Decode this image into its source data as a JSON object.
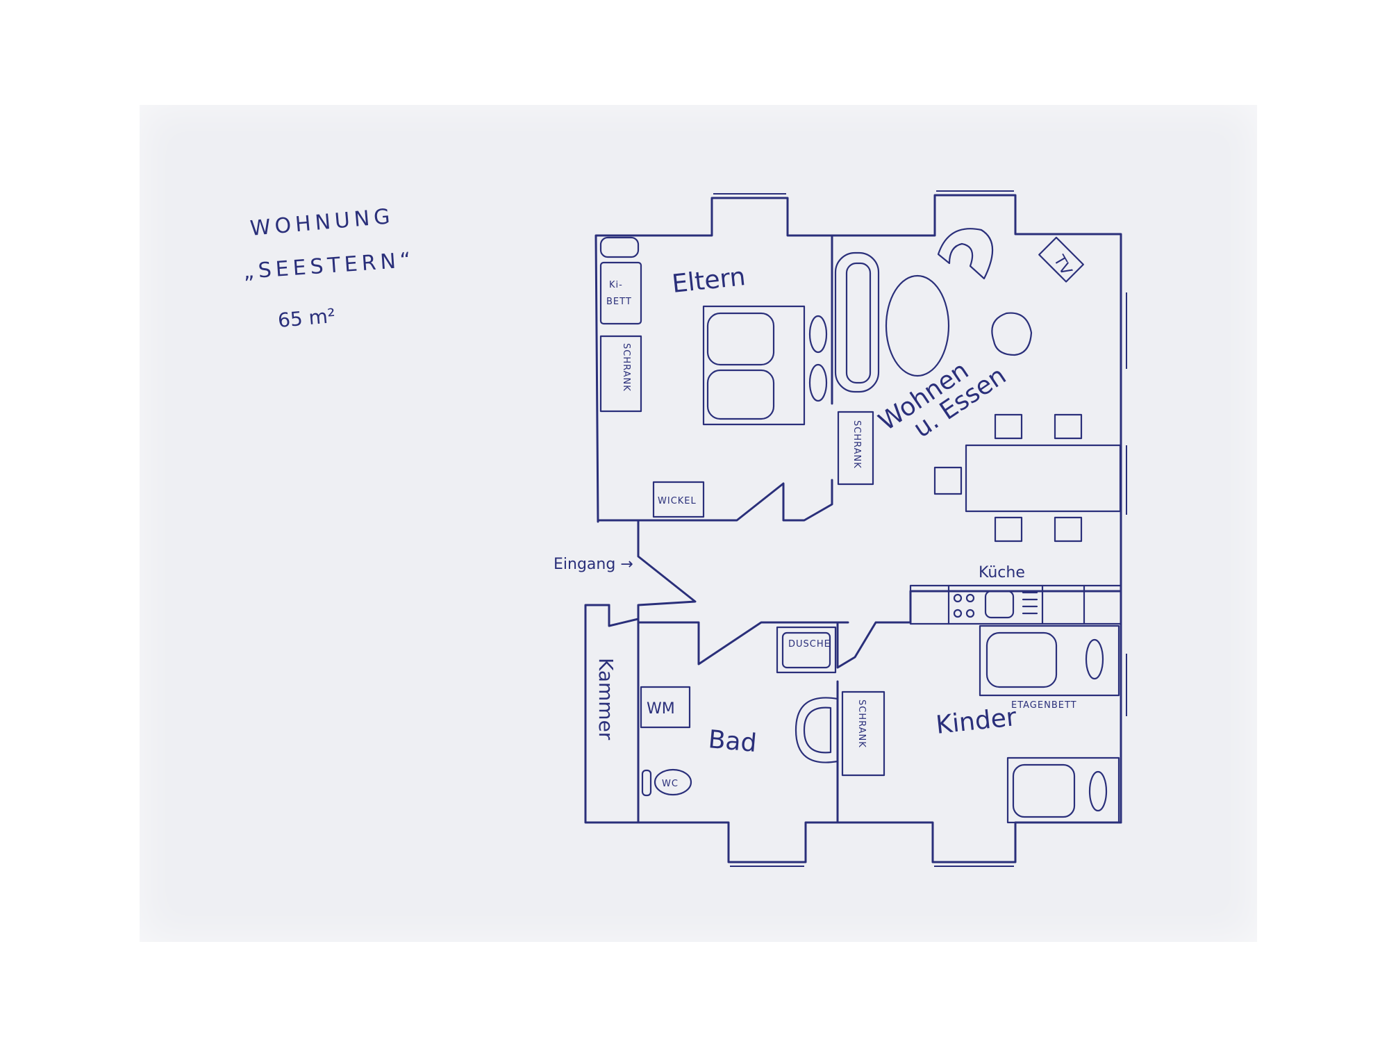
{
  "header": {
    "line1": "WOHNUNG",
    "line2": "„SEESTERN“",
    "area": "65 m²"
  },
  "rooms": {
    "eltern": "Eltern",
    "wohnen": "Wohnen",
    "essen": "u. Essen",
    "kueche": "Küche",
    "bad": "Bad",
    "kinder": "Kinder",
    "kammer": "Kammer"
  },
  "labels": {
    "eingang": "Eingang →",
    "kibett_1": "Ki-",
    "kibett_2": "BETT",
    "wickel": "WICKEL",
    "schrank": "SCHRANK",
    "tv": "TV",
    "dusche": "DUSCHE",
    "wm": "WM",
    "wc": "WC",
    "etagenbett": "ETAGENBETT"
  },
  "colors": {
    "ink": "#2a2f7a",
    "paper": "#eeeff3"
  }
}
